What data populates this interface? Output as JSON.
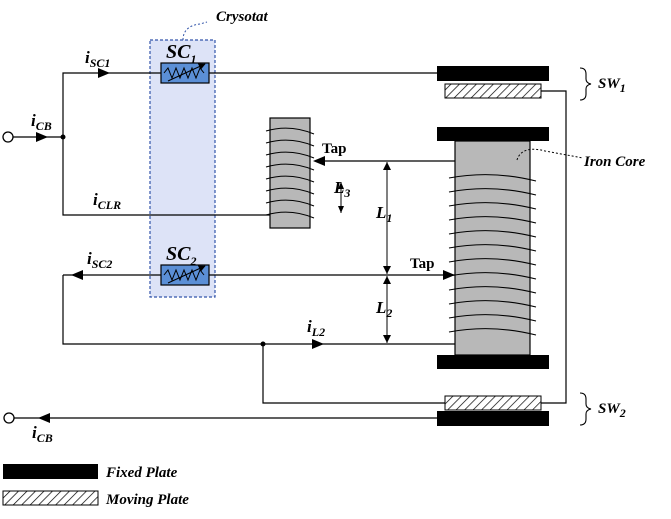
{
  "labels": {
    "crysotat": "Crysotat",
    "sc1_main": "SC",
    "sc1_sub": "1",
    "sc2_main": "SC",
    "sc2_sub": "2",
    "isc1_main": "i",
    "isc1_sub": "SC1",
    "isc2_main": "i",
    "isc2_sub": "SC2",
    "icb_in_main": "i",
    "icb_in_sub": "CB",
    "icb_out_main": "i",
    "icb_out_sub": "CB",
    "iclr_main": "i",
    "iclr_sub": "CLR",
    "il2_main": "i",
    "il2_sub": "L2",
    "tap_upper": "Tap",
    "tap_lower": "Tap",
    "l3_main": "L",
    "l3_sub": "3",
    "l1_main": "L",
    "l1_sub": "1",
    "l2_main": "L",
    "l2_sub": "2",
    "iron_core": "Iron Core",
    "sw1_main": "SW",
    "sw1_sub": "1",
    "sw2_main": "SW",
    "sw2_sub": "2"
  },
  "legend": {
    "fixed_plate": "Fixed Plate",
    "moving_plate": "Moving Plate"
  },
  "colors": {
    "cryostat_fill": "#dde3f7",
    "cryostat_border": "#3355aa",
    "sc_fill": "#5b8fd6",
    "core_fill": "#b8b8b8"
  }
}
